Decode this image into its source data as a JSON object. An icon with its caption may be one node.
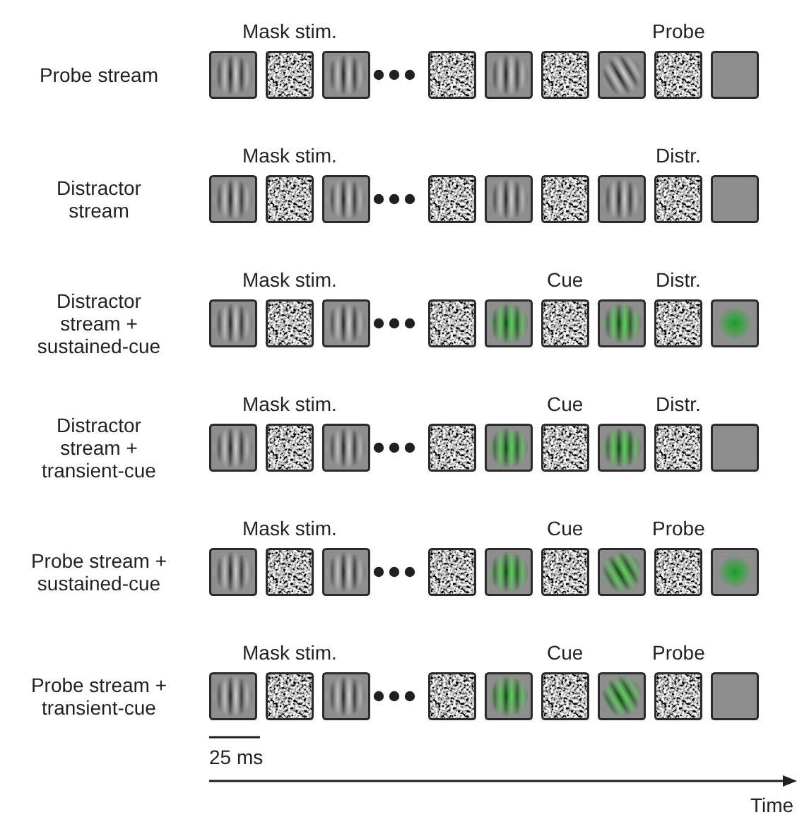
{
  "diagram": {
    "labels": [
      "Mask stim.",
      "Probe",
      "Probe stream",
      "Mask stim.",
      "Distr.",
      "Distractor stream",
      "Mask stim.",
      "Cue",
      "Distr.",
      "Distractor stream + sustained-cue",
      "Mask stim.",
      "Cue",
      "Distr.",
      "Distractor stream + transient-cue",
      "Mask stim.",
      "Cue",
      "Probe",
      "Probe stream + sustained-cue",
      "Mask stim.",
      "Cue",
      "Probe",
      "Probe stream + transient-cue",
      "25 ms",
      "Time"
    ]
  }
}
